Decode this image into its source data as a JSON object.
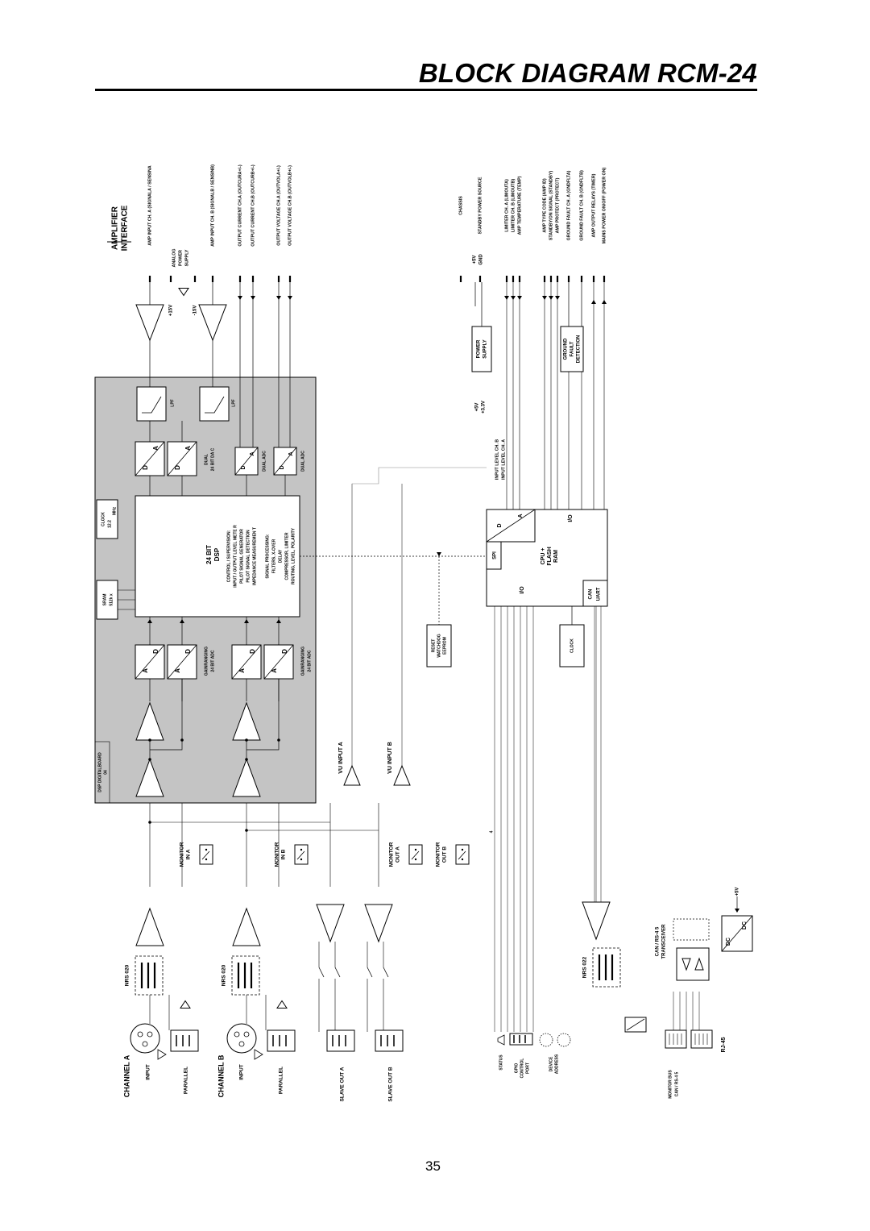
{
  "page": {
    "title": "BLOCK DIAGRAM RCM-24",
    "page_number": "35"
  },
  "amplifier_interface": {
    "heading_1": "AMPLIFIER",
    "heading_2": "INTERFACE",
    "signals": [
      "AMP INPUT CH. A (SIGNALA / SENSINA",
      "AMP INPUT CH. B (SIGNALB / SENSINB)",
      "OUTPUT CURRENT CH.A (OUTCURA+/-)",
      "OUTPUT CURRENT CH.B (OUTCURB+/-)",
      "OUTPUT VOLTAGE CH.A (OUTVOLA+/-)",
      "OUTPUT VOLTAGE CH.B (OUTVOLB+/-)",
      "CHASSIS",
      "STANDBY POWER SOURCE",
      "LIMITER CH. A (LIMOUTA)",
      "LIMITER CH. B (LIMOUTB)",
      "AMP TEMPERATURE (TEMP)",
      "AMP TYPE CODE (AMP  ID)",
      "STANDBY/ON SIGNAL (STANDBY)",
      "AMP PROTECT (PROTECT)",
      "GROUND FAULT CH. A (GNDFLTA)",
      "GROUND FAULT CH. B (GNDFLTB)",
      "AMP OUTPUT RELAYS (TIMER)",
      "MAINS POWER ON/OFF (POWER  ON)"
    ],
    "analog_power_supply": [
      "ANALOG",
      "POWER",
      "SUPPLY"
    ],
    "plus15": "+15V",
    "minus15": "-15V",
    "plus5": "+5V",
    "gnd": "GND"
  },
  "dsp_board": {
    "label_1": "DSP DIGITALBOARD",
    "label_2": "04",
    "lpf": "LPF",
    "dual_dac_1": "DUAL",
    "dual_dac_2": "24 BIT DA  C",
    "dual_adc": "DUAL ADC",
    "gainranging_1": "GAINRANGING",
    "gainranging_2": "24 BIT ADC",
    "clock_1": "CLOCK",
    "clock_2": "12.2",
    "clock_3": "MHz",
    "sram_1": "SRAM",
    "sram_2": "512k x",
    "dsp_1": "24 BIT",
    "dsp_2": "DSP",
    "dsp_lines": [
      "CONTROL / SUPERVISION:",
      "INPUT / OUTPUT LEVEL METE  R",
      "PILOT SIGNAL GENERATOR",
      "PILOT SIGNAL DETECTION",
      "IMPEDANCE MEASUREMEN  T",
      "",
      "SIGNAL PROCESSING:",
      "FILTERS, X-OVER",
      "DELAY",
      "COMPRESSOR, LIMITER",
      "ROUTING, LEVEL, POLARITY"
    ],
    "letter_d": "D",
    "letter_a": "A"
  },
  "cpu": {
    "spi": "SPI",
    "core": [
      "CPU +",
      "FLASH",
      "RAM"
    ],
    "io": "I/O",
    "can": "CAN",
    "uart": "UART"
  },
  "power_supply": {
    "line_1": "POWER",
    "line_2": "SUPPLY",
    "plus5": "+5V",
    "plus33": "+3.3V"
  },
  "ground_fault": {
    "line_1": "GROUND",
    "line_2": "FAULT",
    "line_3": "DETECTION"
  },
  "input_levels": {
    "ch_b": "INPUT LEVEL CH.  B",
    "ch_a": "INPUT LEVEL CH.  A"
  },
  "reset": {
    "line_1": "RESET",
    "line_2": "WATCHDOG",
    "line_3": "EEPROM"
  },
  "clock_box": "CLOCK",
  "vu": {
    "a": "VU INPUT   A",
    "b": "VU INPUT   B"
  },
  "monitors": {
    "in_a": [
      "MONITOR",
      "IN A"
    ],
    "in_b": [
      "MONITOR",
      "IN B"
    ],
    "out_a": [
      "MONITOR",
      "OUT A"
    ],
    "out_b": [
      "MONITOR",
      "OUT B"
    ]
  },
  "nrs": {
    "a": "NRS    020",
    "b": "NRS    020",
    "c": "NRS    022"
  },
  "channels": {
    "a_title": "CHANNEL  A",
    "b_title": "CHANNEL  B",
    "input": "INPUT",
    "parallel": "PARALLEL",
    "slave_a": "SLAVE OUT   A",
    "slave_b": "SLAVE OUT   B"
  },
  "bottom": {
    "status": "STATUS",
    "gpio": [
      "GPIO",
      "CONTROL",
      "PORT"
    ],
    "device": [
      "DEVICE",
      "ADDRESS"
    ],
    "monitor_bus": [
      "MONITOR BUS",
      "CAN / RS-4  5"
    ],
    "rj45": "RJ-45",
    "transceiver_1": "CAN / RS-4   5",
    "transceiver_2": "TRANSCEIVER",
    "dc": "DC",
    "plus5": "+5V",
    "four": "4"
  }
}
